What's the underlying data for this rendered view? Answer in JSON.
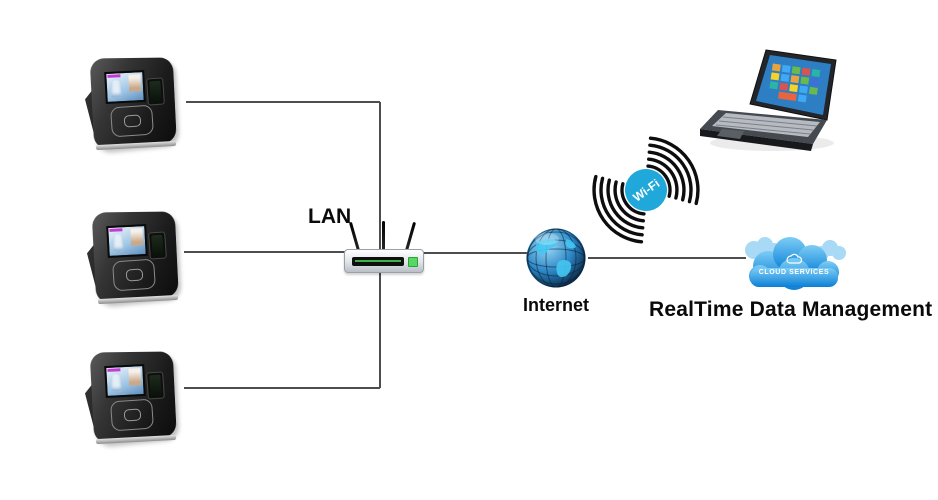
{
  "labels": {
    "lan": "LAN",
    "internet": "Internet",
    "wifi": "Wi-Fi",
    "cloud_services": "CLOUD SERVICES",
    "caption": "RealTime Data Management"
  },
  "colors": {
    "background": "#ffffff",
    "connector_line": "#4d4d4d",
    "label_text": "#0a0a0a",
    "wifi_badge": "#1fa8d9",
    "cloud_gradient_top": "#7ccdf5",
    "cloud_gradient_bottom": "#0b7fd6",
    "globe_highlight": "#9adcf8",
    "globe_deep": "#06182e",
    "router_led": "#57d863",
    "laptop_screen": "#2e7ec4"
  },
  "nodes": [
    {
      "id": "attendance-terminal-1",
      "type": "face-recognition-terminal"
    },
    {
      "id": "attendance-terminal-2",
      "type": "face-recognition-terminal"
    },
    {
      "id": "attendance-terminal-3",
      "type": "face-recognition-terminal"
    },
    {
      "id": "lan-router",
      "type": "wireless-router"
    },
    {
      "id": "internet-globe",
      "type": "internet"
    },
    {
      "id": "wifi-signal",
      "type": "wifi"
    },
    {
      "id": "laptop",
      "type": "laptop"
    },
    {
      "id": "cloud-services",
      "type": "cloud"
    }
  ]
}
